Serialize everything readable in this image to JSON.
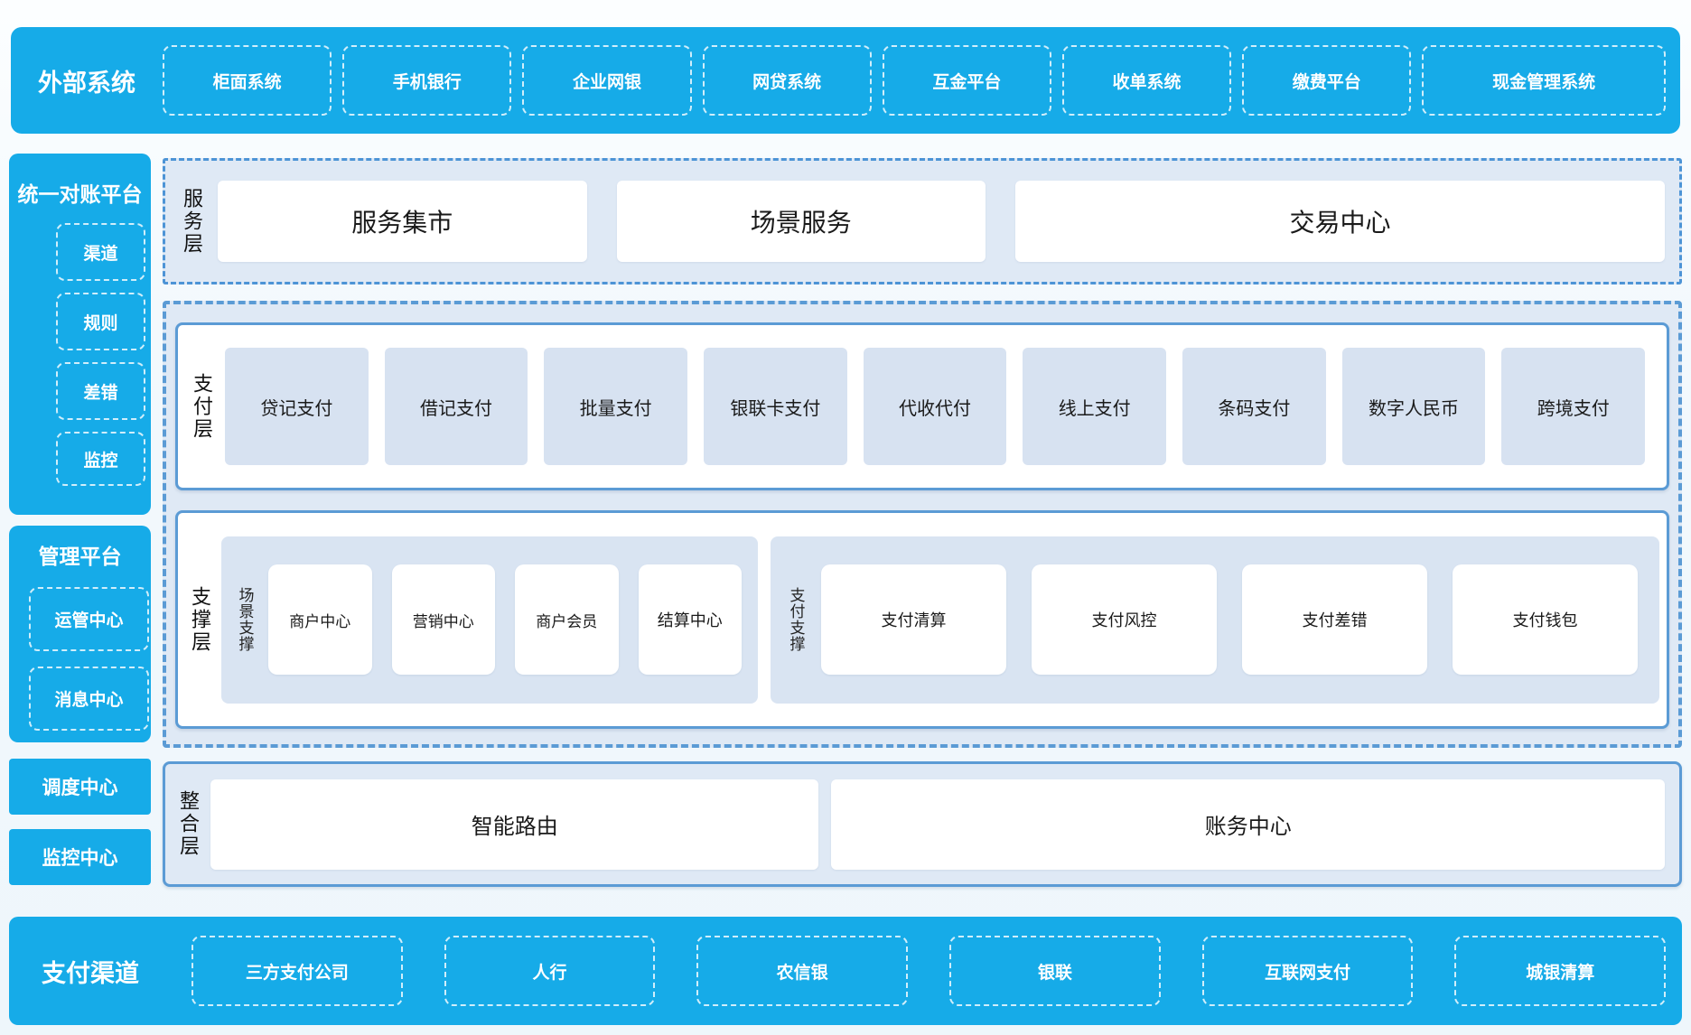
{
  "colors": {
    "accent_blue": "#16abe8",
    "border_blue": "#5b9bd5",
    "panel_bg": "#dfe9f5",
    "item_bg": "#d7e2f1",
    "white": "#ffffff"
  },
  "top_bar": {
    "title": "外部系统",
    "items": [
      "柜面系统",
      "手机银行",
      "企业网银",
      "网贷系统",
      "互金平台",
      "收单系统",
      "缴费平台",
      "现金管理系统"
    ]
  },
  "sidebar": {
    "recon": {
      "title": "统一对账平台",
      "items": [
        "渠道",
        "规则",
        "差错",
        "监控"
      ]
    },
    "mgmt": {
      "title": "管理平台",
      "items": [
        "运管中心",
        "消息中心"
      ]
    },
    "solo": [
      "调度中心",
      "监控中心"
    ]
  },
  "layers": {
    "service": {
      "label": "服务层",
      "items": [
        "服务集市",
        "场景服务",
        "交易中心"
      ]
    },
    "payment": {
      "label": "支付层",
      "items": [
        "贷记支付",
        "借记支付",
        "批量支付",
        "银联卡支付",
        "代收代付",
        "线上支付",
        "条码支付",
        "数字人民币",
        "跨境支付"
      ]
    },
    "support": {
      "label": "支撑层",
      "groups": [
        {
          "label": "场景支撑",
          "items": [
            "商户中心",
            "营销中心",
            "商户会员",
            "结算中心"
          ]
        },
        {
          "label": "支付支撑",
          "items": [
            "支付清算",
            "支付风控",
            "支付差错",
            "支付钱包"
          ]
        }
      ]
    },
    "integration": {
      "label": "整合层",
      "items": [
        "智能路由",
        "账务中心"
      ]
    }
  },
  "bottom_bar": {
    "title": "支付渠道",
    "items": [
      "三方支付公司",
      "人行",
      "农信银",
      "银联",
      "互联网支付",
      "城银清算"
    ]
  }
}
